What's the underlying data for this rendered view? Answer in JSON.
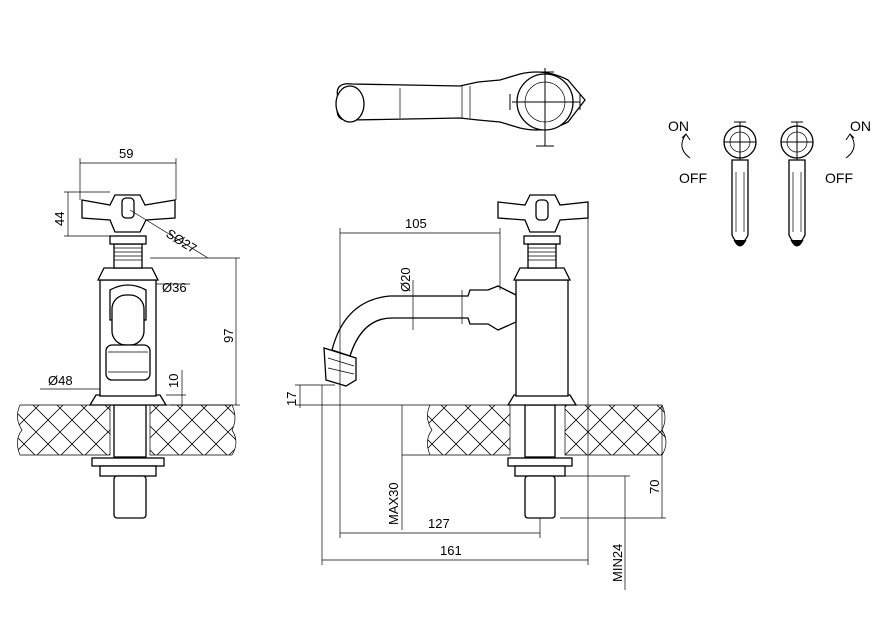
{
  "dimensions": {
    "handle_width": "59",
    "handle_height": "44",
    "handle_sphere": "SØ27",
    "body_diameter": "Ø36",
    "base_diameter": "Ø48",
    "base_height": "10",
    "tap_height": "97",
    "spout_reach": "105",
    "spout_diameter": "Ø20",
    "spout_outlet_height": "17",
    "max_deck_thickness": "MAX30",
    "outlet_to_shank": "127",
    "total_length": "161",
    "shank_length": "70",
    "min_shank_thread": "MIN24"
  },
  "labels": {
    "on_left": "ON",
    "off_left": "OFF",
    "on_right": "ON",
    "off_right": "OFF"
  }
}
